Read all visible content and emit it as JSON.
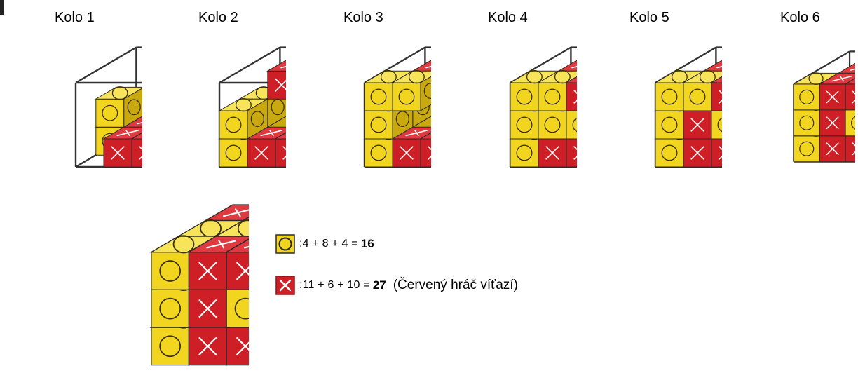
{
  "colors": {
    "yellow": "#f2d51e",
    "yellow_dark": "#c9a90d",
    "red": "#cf1f26",
    "red_dark": "#8f1014",
    "outline": "#2a2a2a"
  },
  "icons": {
    "yellow": "circle-symbol-icon",
    "red": "cross-symbol-icon"
  },
  "rounds": [
    {
      "label": "Kolo 1"
    },
    {
      "label": "Kolo 2"
    },
    {
      "label": "Kolo 3"
    },
    {
      "label": "Kolo 4"
    },
    {
      "label": "Kolo 5"
    },
    {
      "label": "Kolo 6"
    }
  ],
  "scores": {
    "yellow": {
      "expression": ":4 + 8 + 4 =",
      "total": "16"
    },
    "red": {
      "expression": ":11 + 6 + 10 =",
      "total": "27",
      "note": "(Červený hráč víťazí)"
    }
  }
}
